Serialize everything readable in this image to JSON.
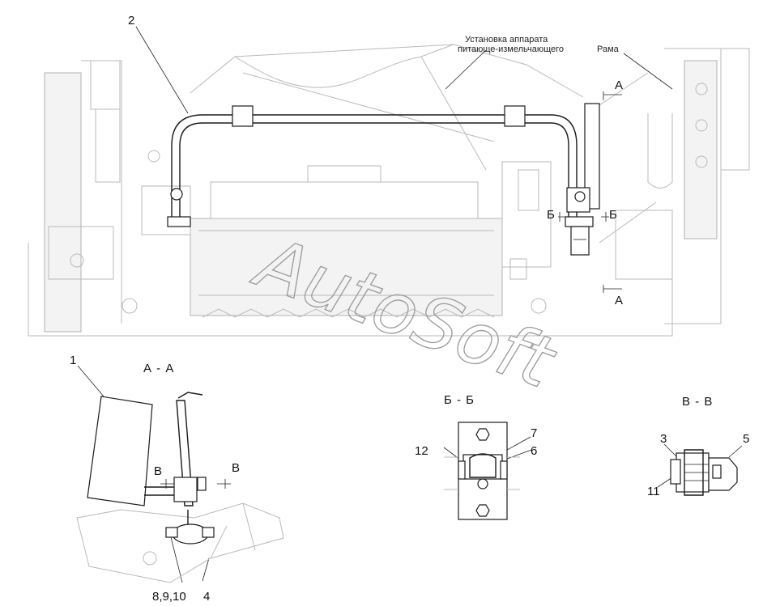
{
  "labels": {
    "callout_1": "1",
    "callout_2": "2",
    "callout_3": "3",
    "callout_4": "4",
    "callout_5": "5",
    "callout_6": "6",
    "callout_7": "7",
    "callout_8_9_10": "8,9,10",
    "callout_11": "11",
    "callout_12": "12"
  },
  "notes": {
    "feeder_line1": "Установка аппарата",
    "feeder_line2": "питающе-измельчающего",
    "frame": "Рама"
  },
  "section_marks": {
    "a": "А",
    "b": "Б",
    "v": "В"
  },
  "section_titles": {
    "aa": "А - А",
    "bb": "Б - Б",
    "vv": "В - В"
  },
  "watermark": "AutoSoft"
}
